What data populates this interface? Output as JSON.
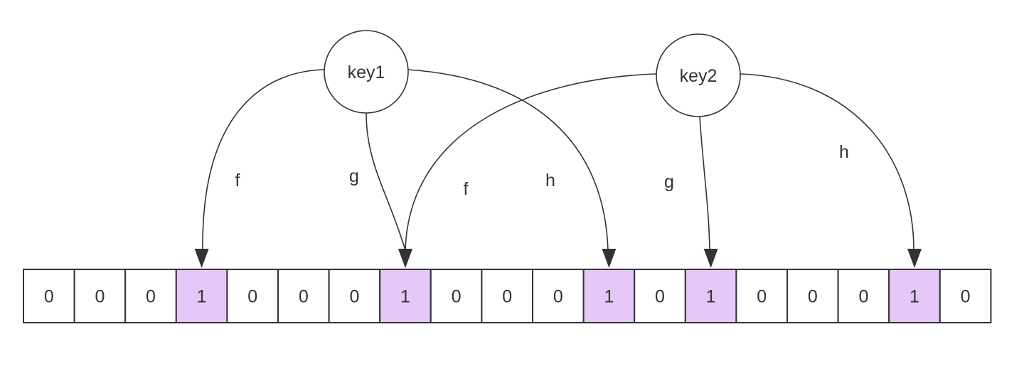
{
  "keys": [
    {
      "label": "key1"
    },
    {
      "label": "key2"
    }
  ],
  "bits": [
    0,
    0,
    0,
    1,
    0,
    0,
    0,
    1,
    0,
    0,
    0,
    1,
    0,
    1,
    0,
    0,
    0,
    1,
    0
  ],
  "hash_edges": [
    {
      "key": 0,
      "label": "f",
      "target": 3
    },
    {
      "key": 0,
      "label": "g",
      "target": 7
    },
    {
      "key": 0,
      "label": "h",
      "target": 11
    },
    {
      "key": 1,
      "label": "f",
      "target": 7
    },
    {
      "key": 1,
      "label": "g",
      "target": 13
    },
    {
      "key": 1,
      "label": "h",
      "target": 17
    }
  ],
  "colors": {
    "set_bit_fill": "#e5c8f8",
    "empty_bit_fill": "#ffffff",
    "stroke": "#333333",
    "text": "#333333"
  }
}
